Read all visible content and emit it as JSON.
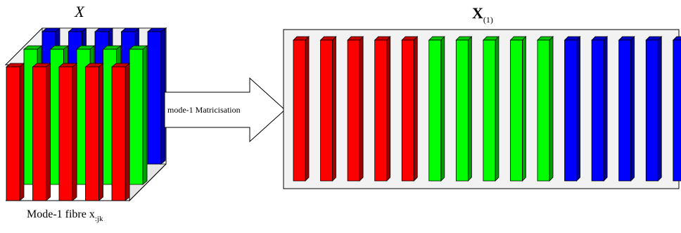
{
  "tensor": {
    "label": "X",
    "caption": "Mode-1 fibre x",
    "caption_subscript": ":jk"
  },
  "arrow": {
    "label": "mode-1 Matricisation"
  },
  "matrix": {
    "label": "X",
    "label_subscript": "(1)",
    "column_colors": [
      "red",
      "red",
      "red",
      "red",
      "red",
      "green",
      "green",
      "green",
      "green",
      "green",
      "blue",
      "blue",
      "blue",
      "blue",
      "blue"
    ]
  },
  "colors": {
    "red": "#ff0000",
    "green": "#00ff00",
    "blue": "#0000ff",
    "panel_fill": "#f2f2f2"
  }
}
